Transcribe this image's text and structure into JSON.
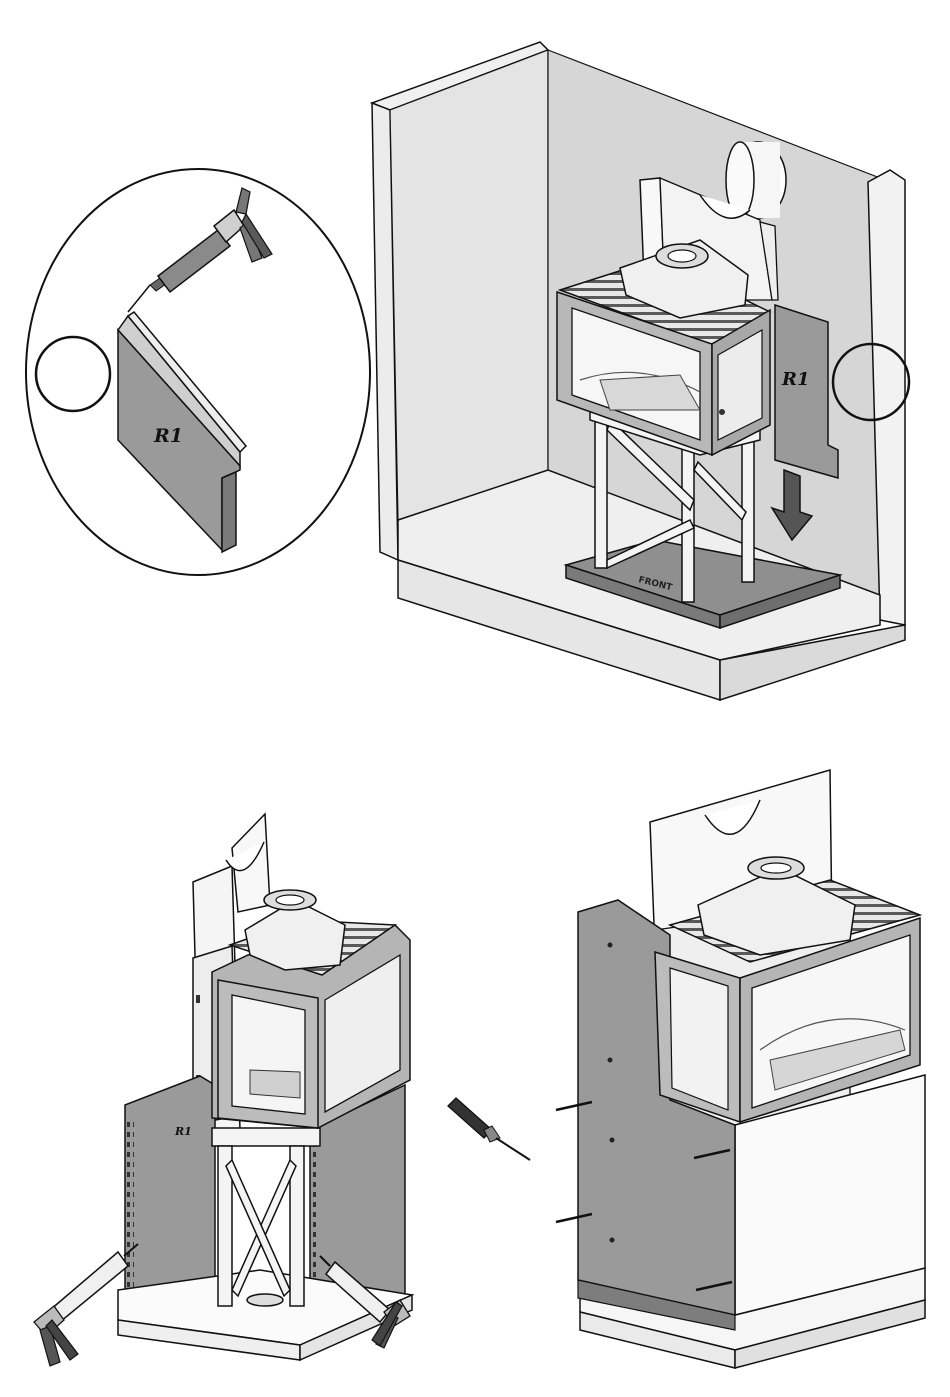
{
  "labels": {
    "inset_panel": "R1",
    "main_panel": "R1",
    "bottom_panel": "R1",
    "base_text": "FRONT"
  },
  "colors": {
    "panel_gray": "#9a9a9a",
    "wall_light": "#e2e2e2",
    "wall_mid": "#d0d0d0",
    "outline": "#111111",
    "arrow": "#555555"
  },
  "icons": {
    "caulk_gun": "caulk-gun-icon",
    "screwdriver": "screwdriver-icon",
    "arrow_down": "arrow-down-icon",
    "marker_circle": "marker-circle-icon"
  }
}
